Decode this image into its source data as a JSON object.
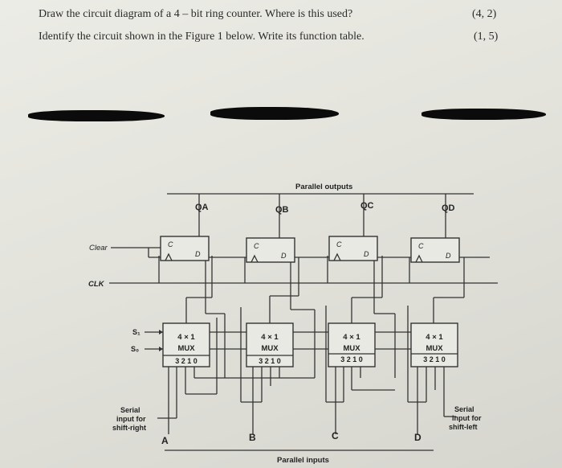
{
  "questions": [
    {
      "text": "Draw the circuit diagram of a 4 – bit ring counter. Where is this used?",
      "marks": "(4, 2)"
    },
    {
      "text": "Identify the circuit shown in the Figure 1 below. Write its function table.",
      "marks": "(1, 5)"
    }
  ],
  "figure": {
    "parallel_outputs": "Parallel outputs",
    "parallel_inputs": "Parallel inputs",
    "clear": "Clear",
    "clk": "CLK",
    "s1": "S₁",
    "s0": "S₀",
    "serial_left_l1": "Serial",
    "serial_left_l2": "input for",
    "serial_left_l3": "shift-right",
    "serial_right_l1": "Serial",
    "serial_right_l2": "input for",
    "serial_right_l3": "shift-left",
    "outputs": [
      "QA",
      "QB",
      "QC",
      "QD"
    ],
    "inputs": [
      "A",
      "B",
      "C",
      "D"
    ],
    "ff_c": "C",
    "ff_d": "D",
    "mux_l1": "4 × 1",
    "mux_l2": "MUX",
    "mux_sel": "3 2 1 0"
  }
}
